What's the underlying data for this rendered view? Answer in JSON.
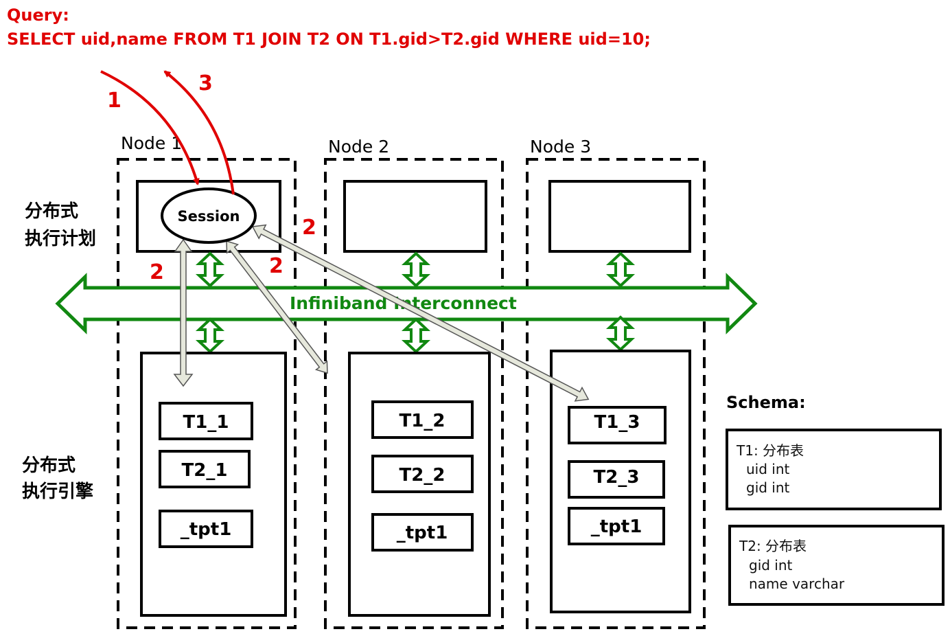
{
  "query": {
    "label": "Query:",
    "sql": "SELECT uid,name FROM T1 JOIN T2 ON T1.gid>T2.gid WHERE uid=10;"
  },
  "steps": {
    "step1": "1",
    "step2": "2",
    "step3": "3"
  },
  "left_labels": {
    "plan": [
      "分布式",
      "执行计划"
    ],
    "engine": [
      "分布式",
      "执行引擎"
    ]
  },
  "interconnect_label": "Infiniband Interconnect",
  "session_label": "Session",
  "nodes": [
    {
      "title": "Node 1",
      "tables": [
        "T1_1",
        "T2_1",
        "_tpt1"
      ]
    },
    {
      "title": "Node 2",
      "tables": [
        "T1_2",
        "T2_2",
        "_tpt1"
      ]
    },
    {
      "title": "Node 3",
      "tables": [
        "T1_3",
        "T2_3",
        "_tpt1"
      ]
    }
  ],
  "schema": {
    "title": "Schema:",
    "t1": [
      "T1:  分布表",
      "uid int",
      "gid int"
    ],
    "t2": [
      "T2: 分布表",
      "gid int",
      "name varchar"
    ]
  },
  "colors": {
    "red": "#e00000",
    "green": "#118811",
    "gray_arrow": "#e6e8dc"
  }
}
